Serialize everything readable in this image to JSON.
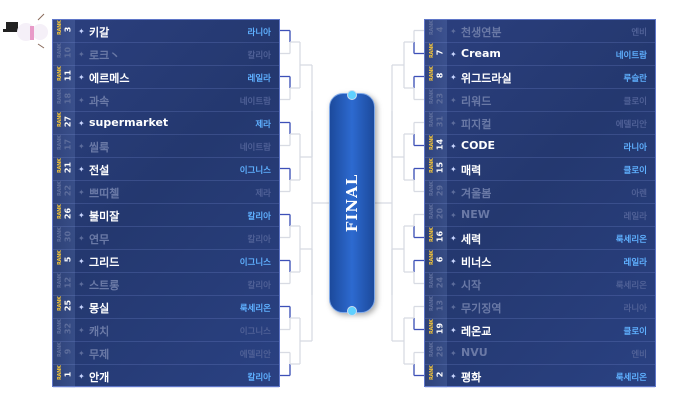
{
  "rank_label": "RANK",
  "final_label": "FINAL",
  "left": [
    {
      "rank": "3",
      "name": "키갈",
      "team": "라니아",
      "winner": true
    },
    {
      "rank": "10",
      "name": "로크丶",
      "team": "칼리아",
      "winner": false
    },
    {
      "rank": "11",
      "name": "에르메스",
      "team": "레일라",
      "winner": true
    },
    {
      "rank": "18",
      "name": "과속",
      "team": "네이트람",
      "winner": false
    },
    {
      "rank": "27",
      "name": "supermarket",
      "team": "제라",
      "winner": true
    },
    {
      "rank": "17",
      "name": "씰룩",
      "team": "네이트람",
      "winner": false
    },
    {
      "rank": "21",
      "name": "전설",
      "team": "이그니스",
      "winner": true
    },
    {
      "rank": "22",
      "name": "쁘띠첼",
      "team": "제라",
      "winner": false
    },
    {
      "rank": "26",
      "name": "불미잘",
      "team": "칼리아",
      "winner": true
    },
    {
      "rank": "30",
      "name": "연무",
      "team": "칼리아",
      "winner": false
    },
    {
      "rank": "5",
      "name": "그리드",
      "team": "이그니스",
      "winner": true
    },
    {
      "rank": "12",
      "name": "스트롱",
      "team": "칼리아",
      "winner": false
    },
    {
      "rank": "25",
      "name": "몽실",
      "team": "룩세리온",
      "winner": true
    },
    {
      "rank": "32",
      "name": "캐치",
      "team": "이그니스",
      "winner": false
    },
    {
      "rank": "9",
      "name": "무제",
      "team": "에델리안",
      "winner": false
    },
    {
      "rank": "1",
      "name": "안개",
      "team": "칼리아",
      "winner": true
    }
  ],
  "right": [
    {
      "rank": "4",
      "name": "천생연분",
      "team": "엔비",
      "winner": false
    },
    {
      "rank": "7",
      "name": "Cream",
      "team": "네이트람",
      "winner": true
    },
    {
      "rank": "8",
      "name": "위그드라실",
      "team": "루슬란",
      "winner": true
    },
    {
      "rank": "23",
      "name": "리워드",
      "team": "클로이",
      "winner": false
    },
    {
      "rank": "31",
      "name": "피지컬",
      "team": "에델리안",
      "winner": false
    },
    {
      "rank": "14",
      "name": "CODE",
      "team": "라니아",
      "winner": true
    },
    {
      "rank": "15",
      "name": "매력",
      "team": "클로이",
      "winner": true
    },
    {
      "rank": "29",
      "name": "겨울봄",
      "team": "아렌",
      "winner": false
    },
    {
      "rank": "20",
      "name": "NEW",
      "team": "레일라",
      "winner": false
    },
    {
      "rank": "16",
      "name": "세력",
      "team": "룩세리온",
      "winner": true
    },
    {
      "rank": "6",
      "name": "비너스",
      "team": "레일라",
      "winner": true
    },
    {
      "rank": "24",
      "name": "시작",
      "team": "룩세리온",
      "winner": false
    },
    {
      "rank": "13",
      "name": "무기징역",
      "team": "라니아",
      "winner": false
    },
    {
      "rank": "19",
      "name": "레온교",
      "team": "클로이",
      "winner": true
    },
    {
      "rank": "28",
      "name": "NVU",
      "team": "엔비",
      "winner": false
    },
    {
      "rank": "2",
      "name": "평화",
      "team": "룩세리온",
      "winner": true
    }
  ],
  "colors": {
    "winner_line": "#3d50b8",
    "bracket_line": "#d8dbe3",
    "accent_team": "#5fb0ff",
    "rank_gold": "#f0c23a"
  }
}
